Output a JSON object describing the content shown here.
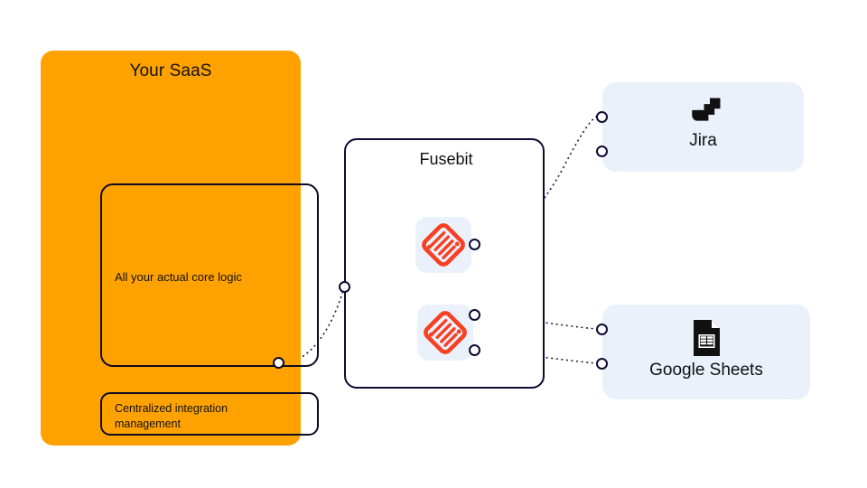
{
  "diagram": {
    "title": "Fusebit centralized integration architecture",
    "background": "#FFFFFF",
    "colors": {
      "saas_orange": "#FFA200",
      "navy": "#0D0B33",
      "card_light_blue": "#EAF1FA",
      "fusebit_red": "#F83F23",
      "icon_black": "#111111",
      "connector_dot_fill": "#FFFFFF"
    }
  },
  "saas_panel": {
    "title": "Your SaaS",
    "core_logic": {
      "label": "All your actual core logic"
    },
    "integration_box": {
      "label": "Centralized integration management",
      "connector_name": "saas-out-connector"
    }
  },
  "fusebit_panel": {
    "title": "Fusebit",
    "connectors": {
      "input_label": "fusebit-input-connector",
      "jira_output_label": "fusebit-jira-output",
      "sheets_output_top_label": "fusebit-sheets-output-top",
      "sheets_output_bottom_label": "fusebit-sheets-output-bottom"
    },
    "integrations": [
      {
        "name": "fusebit-integration-jira",
        "icon": "fusebit-logo-icon"
      },
      {
        "name": "fusebit-integration-sheets",
        "icon": "fusebit-logo-icon"
      }
    ]
  },
  "services": [
    {
      "name": "jira",
      "label": "Jira",
      "icon": "jira-icon",
      "ports": [
        "jira-port-top",
        "jira-port-bottom"
      ]
    },
    {
      "name": "google-sheets",
      "label": "Google Sheets",
      "icon": "google-sheets-icon",
      "ports": [
        "sheets-port-top",
        "sheets-port-bottom"
      ]
    }
  ],
  "connections": [
    {
      "from": "saas-out-connector",
      "to": "fusebit-input-connector",
      "style": "dotted-curve"
    },
    {
      "from": "fusebit-jira-output",
      "to": "jira-port-top",
      "style": "dotted-curve"
    },
    {
      "from": "fusebit-sheets-output-top",
      "to": "sheets-port-top",
      "style": "dotted-line"
    },
    {
      "from": "fusebit-sheets-output-bottom",
      "to": "sheets-port-bottom",
      "style": "dotted-line"
    }
  ]
}
